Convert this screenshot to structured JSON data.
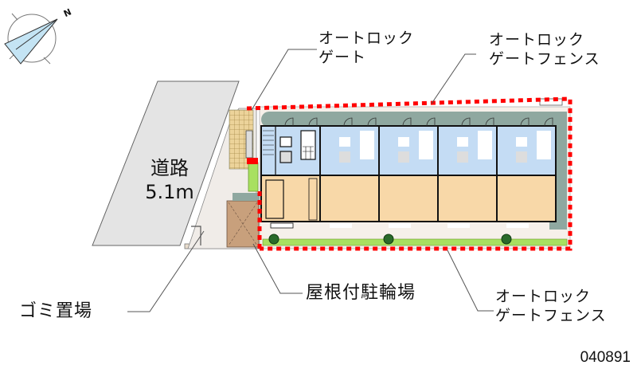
{
  "compass": {
    "north_label": "N",
    "icon": "compass-north-arrow-icon"
  },
  "road": {
    "label": "道路",
    "width": "5.1m"
  },
  "callouts": {
    "autolock_gate": {
      "line1": "オートロック",
      "line2": "ゲート"
    },
    "autolock_gate_fence_top": {
      "line1": "オートロック",
      "line2": "ゲートフェンス"
    },
    "autolock_gate_fence_bottom": {
      "line1": "オートロック",
      "line2": "ゲートフェンス"
    },
    "covered_bicycle_parking": "屋根付駐輪場",
    "garbage_area": "ゴミ置場"
  },
  "property_code": "040891",
  "building": {
    "unit_count": 5
  },
  "colors": {
    "fence_red": "#ff0000",
    "unit_blue": "#c4dcf4",
    "unit_tan": "#f8d8a8",
    "corridor_teal": "#8fa8a0",
    "planting_green": "#a8e060",
    "road_gray": "#e4e4e4",
    "bike_parking_brown": "#c8a07c",
    "tile_yellow": "#e8c880"
  }
}
